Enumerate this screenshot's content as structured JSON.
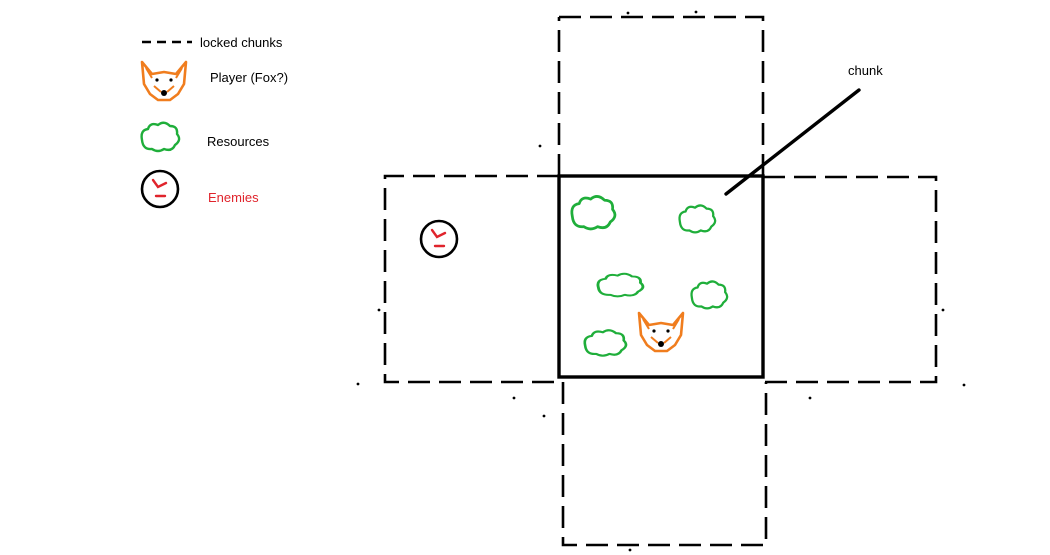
{
  "legend": {
    "locked_label": "locked chunks",
    "player_label": "Player (Fox?)",
    "resources_label": "Resources",
    "enemies_label": "Enemies"
  },
  "callout": {
    "chunk_label": "chunk"
  },
  "colors": {
    "ink": "#000000",
    "player": "#f07d1e",
    "resource": "#1fae3a",
    "enemy_text": "#e0242c",
    "enemy_face": "#e0242c"
  },
  "icons": {
    "player": "fox-icon",
    "resource": "bush-icon",
    "enemy": "angry-face-icon"
  }
}
